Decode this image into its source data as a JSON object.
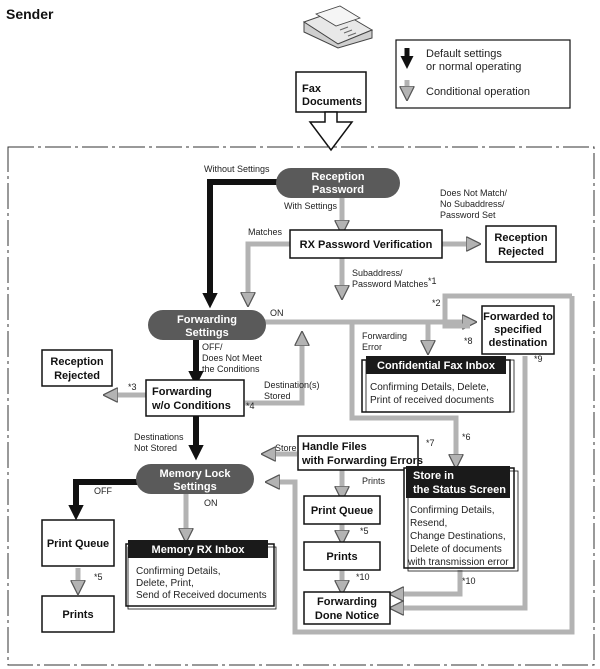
{
  "title": "Sender",
  "legend": {
    "default_line1": "Default settings",
    "default_line2": "or normal operating",
    "conditional": "Conditional operation"
  },
  "nodes": {
    "fax_documents": [
      "Fax",
      "Documents"
    ],
    "reception_password": [
      "Reception",
      "Password"
    ],
    "rx_password_verification": "RX Password Verification",
    "reception_rejected_top": [
      "Reception",
      "Rejected"
    ],
    "forwarding_settings": [
      "Forwarding",
      "Settings"
    ],
    "forwarded_to": [
      "Forwarded to",
      "specified",
      "destination"
    ],
    "reception_rejected_left": [
      "Reception",
      "Rejected"
    ],
    "confidential_fax_inbox": "Confidential Fax Inbox",
    "confidential_fax_inbox_desc": [
      "Confirming Details, Delete,",
      "Print of received documents"
    ],
    "forwarding_without_conditions": [
      "Forwarding",
      "w/o Conditions"
    ],
    "handle_files": [
      "Handle Files",
      "with Forwarding Errors"
    ],
    "memory_lock_settings": [
      "Memory Lock",
      "Settings"
    ],
    "store_status_screen": [
      "Store in",
      "the Status Screen"
    ],
    "store_status_screen_desc": [
      "Confirming Details,",
      "Resend,",
      "Change Destinations,",
      "Delete of documents",
      "with transmission error"
    ],
    "print_queue_left": "Print Queue",
    "print_queue_mid": "Print Queue",
    "memory_rx_inbox": "Memory RX Inbox",
    "memory_rx_inbox_desc": [
      "Confirming Details,",
      "Delete, Print,",
      "Send of Received documents"
    ],
    "prints_left": "Prints",
    "prints_mid": "Prints",
    "forwarding_done_notice": [
      "Forwarding",
      "Done Notice"
    ]
  },
  "labels": {
    "without_settings": "Without Settings",
    "with_settings": "With Settings",
    "does_not_match": [
      "Does Not Match/",
      "No Subaddress/",
      "Password Set"
    ],
    "matches": "Matches",
    "subaddress_matches": [
      "Subaddress/",
      "Password Matches"
    ],
    "on_forwarding": "ON",
    "forwarding_error": [
      "Forwarding",
      "Error"
    ],
    "off_not_meet": [
      "OFF/",
      "Does Not Meet",
      "the Conditions"
    ],
    "destinations_stored": [
      "Destination(s)",
      "Stored"
    ],
    "destinations_not_stored": [
      "Destinations",
      "Not Stored"
    ],
    "store": "Store",
    "prints_label": "Prints",
    "off_memory": "OFF",
    "on_memory": "ON",
    "n1": "*1",
    "n2": "*2",
    "n3": "*3",
    "n4": "*4",
    "n5a": "*5",
    "n5b": "*5",
    "n6": "*6",
    "n7": "*7",
    "n8": "*8",
    "n9": "*9",
    "n10a": "*10",
    "n10b": "*10"
  },
  "colors": {
    "pill_fill": "#5a5a5a",
    "dark_header": "#1a1a1a",
    "gray_arrow": "#b3b3b3",
    "black_arrow": "#111111"
  }
}
